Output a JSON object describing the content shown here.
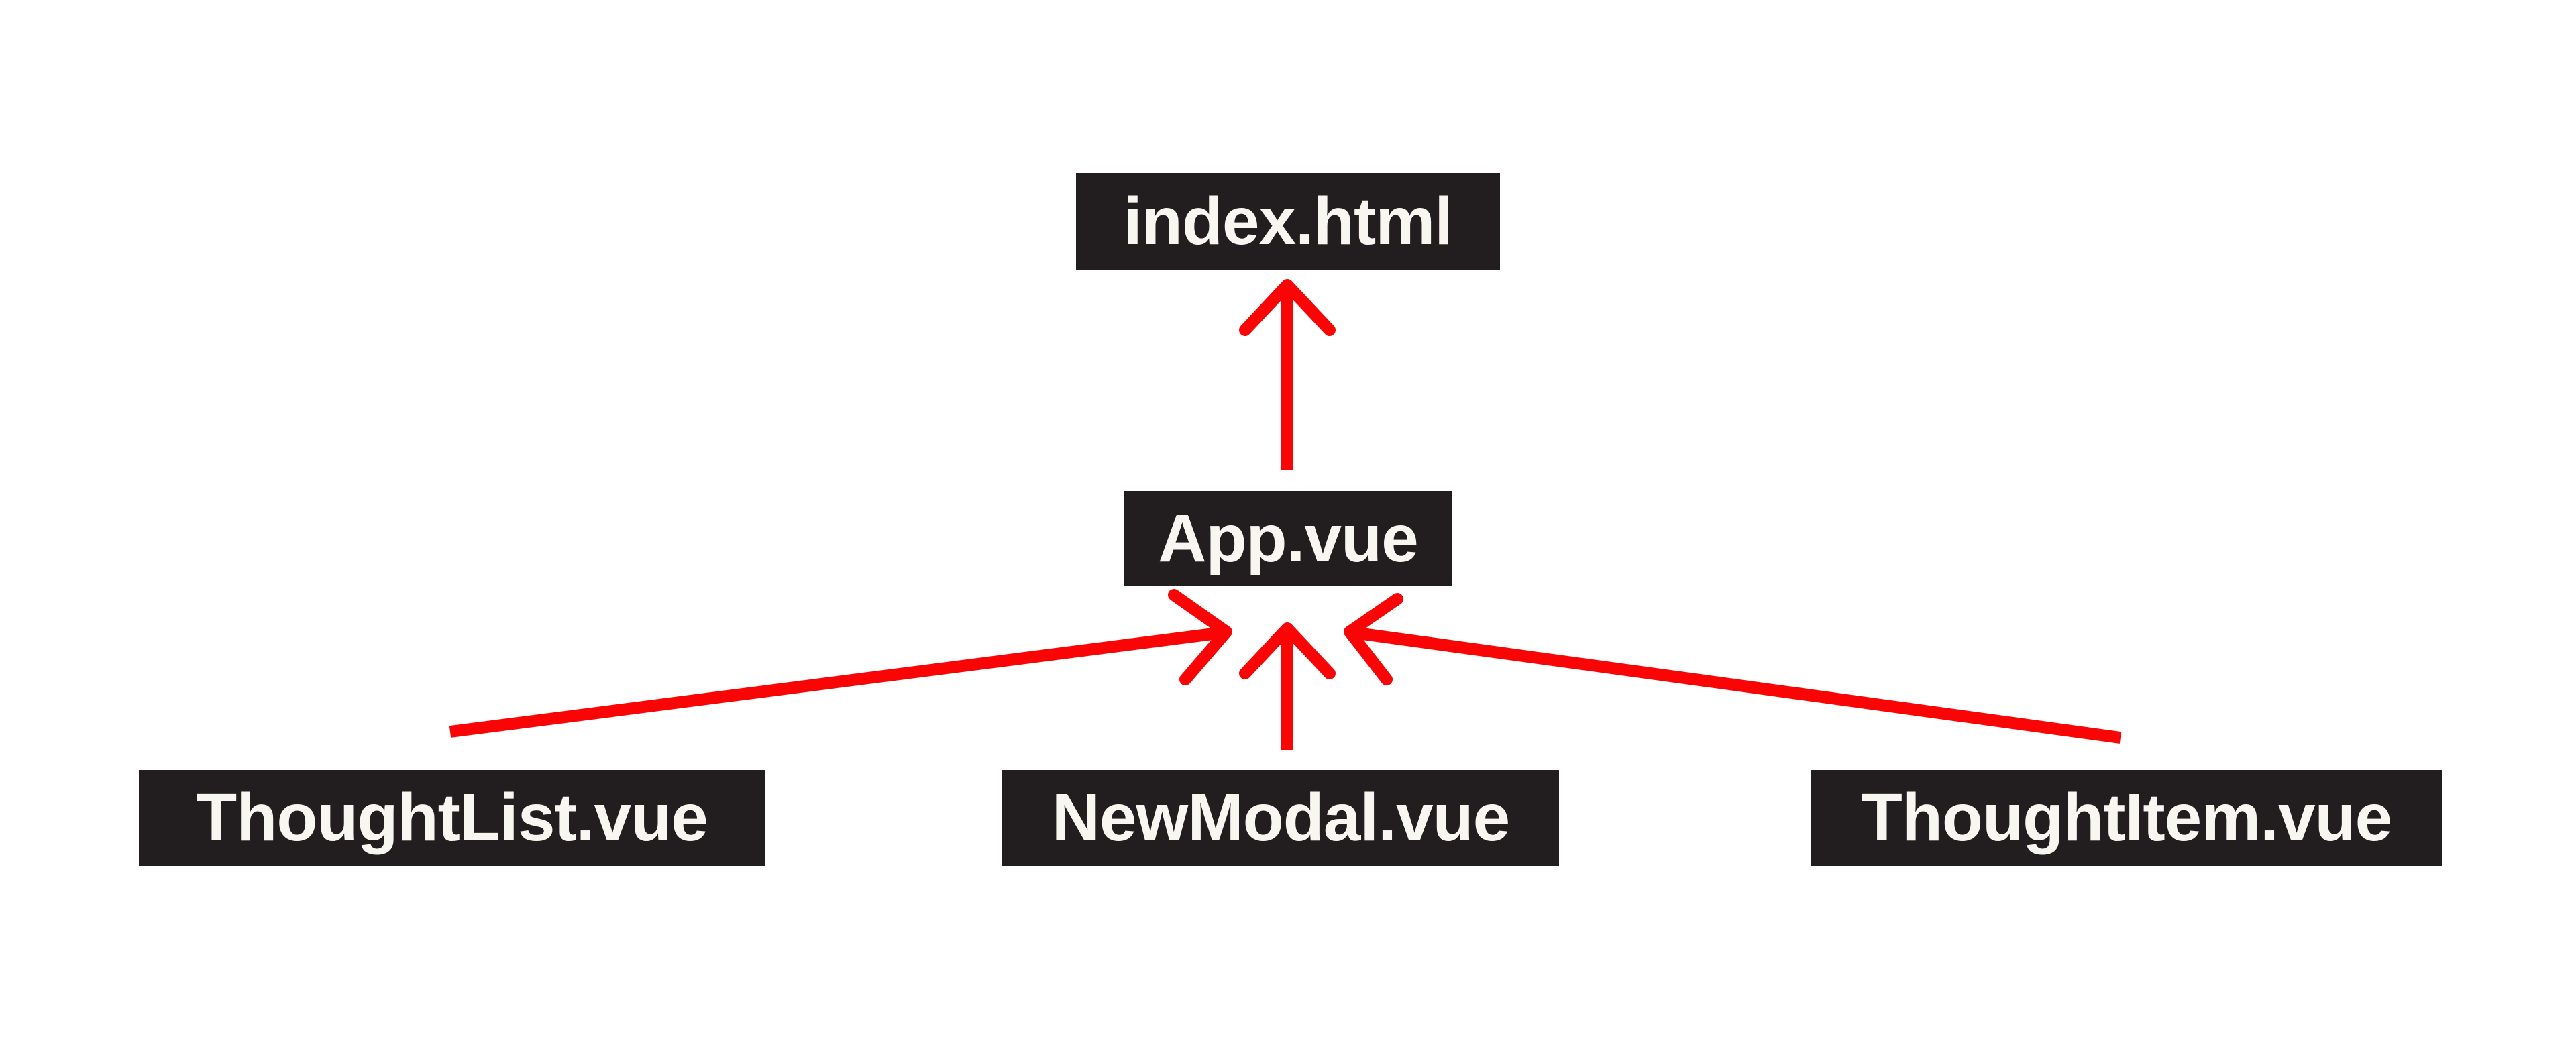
{
  "diagram": {
    "nodes": [
      {
        "id": "index-html",
        "label": "index.html"
      },
      {
        "id": "app-vue",
        "label": "App.vue"
      },
      {
        "id": "thoughtlist-vue",
        "label": "ThoughtList.vue"
      },
      {
        "id": "newmodal-vue",
        "label": "NewModal.vue"
      },
      {
        "id": "thoughtitem-vue",
        "label": "ThoughtItem.vue"
      }
    ],
    "edges": [
      {
        "from": "App.vue",
        "to": "index.html"
      },
      {
        "from": "ThoughtList.vue",
        "to": "App.vue"
      },
      {
        "from": "NewModal.vue",
        "to": "App.vue"
      },
      {
        "from": "ThoughtItem.vue",
        "to": "App.vue"
      }
    ],
    "colors": {
      "node_background": "#221e1f",
      "node_text": "#f7f6f1",
      "arrow": "#fa0505",
      "page_background": "#ffffff"
    }
  }
}
